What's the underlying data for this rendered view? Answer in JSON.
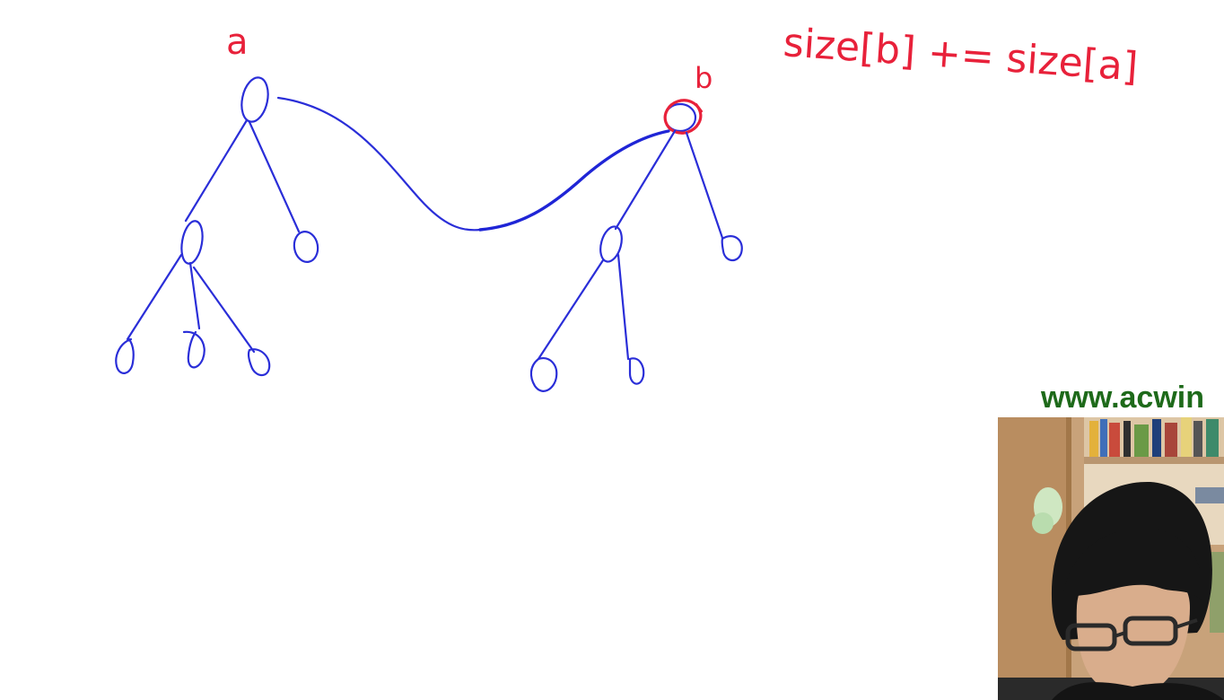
{
  "whiteboard": {
    "label_a": "a",
    "label_b": "b",
    "formula": "size[b] += size[a]"
  },
  "colors": {
    "tree_ink": "#2a2ed8",
    "highlight_ink": "#e8213a",
    "watermark": "#1e6a1a"
  },
  "overlay": {
    "watermark_text": "www.acwin"
  }
}
